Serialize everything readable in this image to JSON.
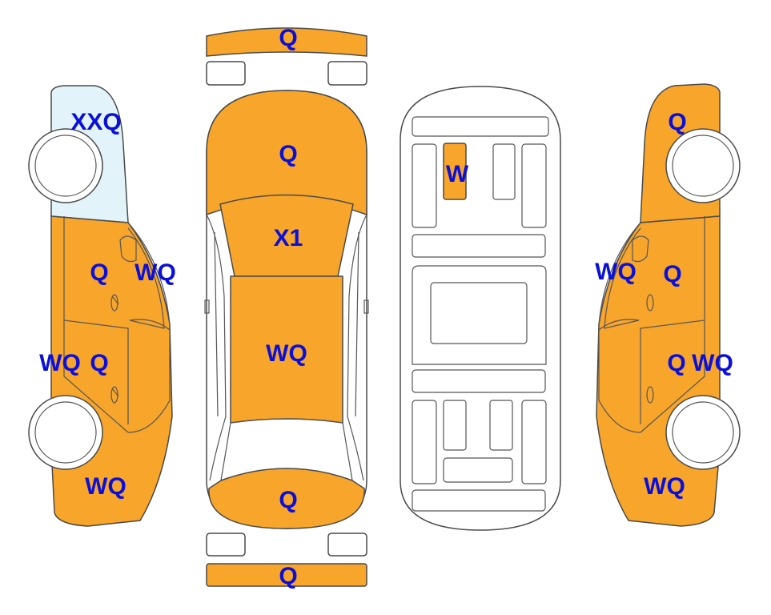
{
  "colors": {
    "damage": "#f8a52b",
    "glass": "#e2f3f9",
    "label": "#0b10d9",
    "outline": "#4a4a4a"
  },
  "labels": {
    "left_glass": "XXQ",
    "left_front_door": "Q",
    "left_mirror": "WQ",
    "left_sill": "WQ",
    "left_rear_door": "Q",
    "left_rear": "WQ",
    "front_bumper": "Q",
    "hood": "Q",
    "windshield": "X1",
    "roof": "WQ",
    "trunk": "Q",
    "rear_bumper": "Q",
    "interior_part": "W",
    "right_top": "Q",
    "right_mirror": "WQ",
    "right_front_door": "Q",
    "right_rear_door": "Q",
    "right_sill": "WQ",
    "right_rear": "WQ"
  }
}
